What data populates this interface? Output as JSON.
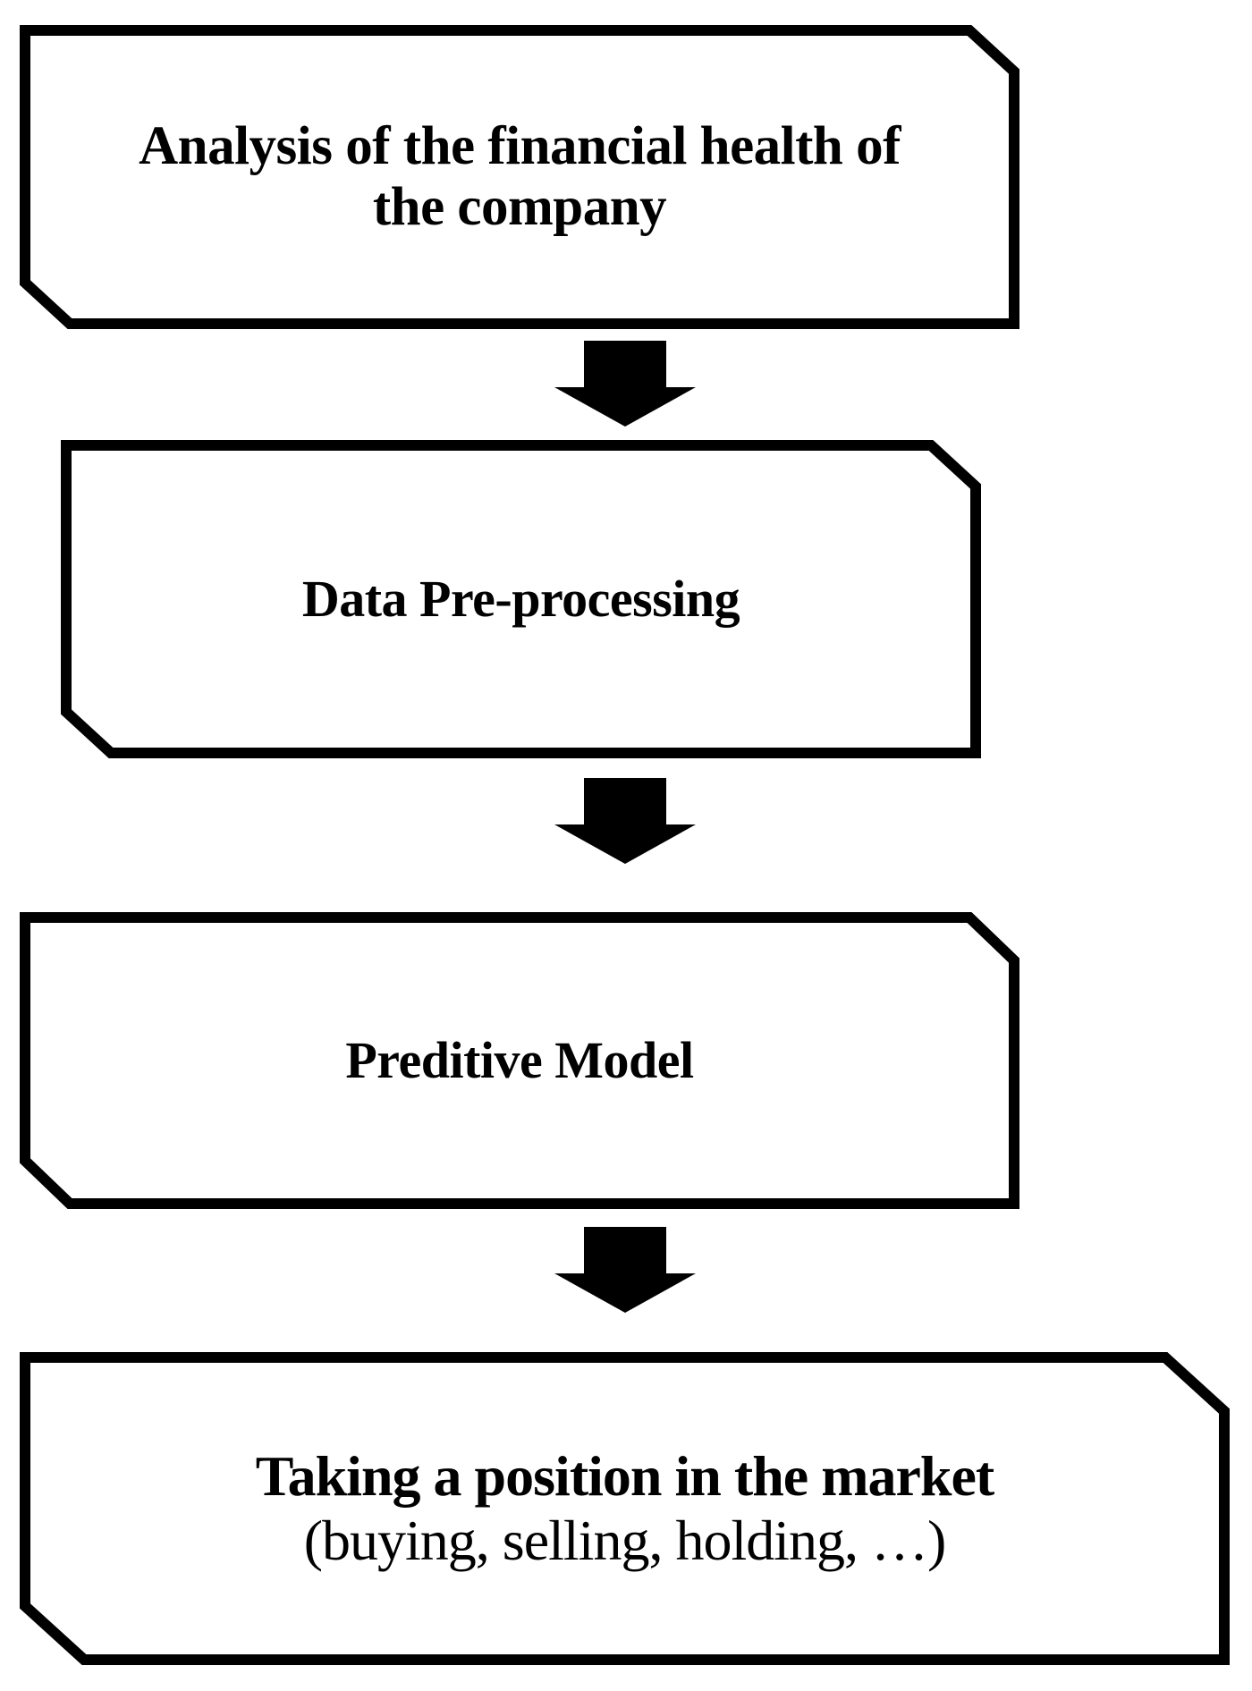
{
  "diagram": {
    "title": "Trading decision pipeline flowchart",
    "background_color": "#ffffff",
    "stroke_color": "#000000",
    "text_color": "#000000",
    "shape": "rectangle-with-cut-corners",
    "flow_direction": "top-to-bottom",
    "nodes": [
      {
        "id": "analysis",
        "order": 1,
        "lines": [
          "Analysis of the financial health of",
          "the company"
        ],
        "weights": [
          "bold",
          "bold"
        ]
      },
      {
        "id": "preprocessing",
        "order": 2,
        "lines": [
          "Data Pre-processing"
        ],
        "weights": [
          "bold"
        ]
      },
      {
        "id": "model",
        "order": 3,
        "lines": [
          "Preditive Model"
        ],
        "weights": [
          "bold"
        ]
      },
      {
        "id": "position",
        "order": 4,
        "lines": [
          "Taking a position in the market",
          "(buying, selling, holding, …)"
        ],
        "weights": [
          "bold",
          "regular"
        ]
      }
    ],
    "connectors": [
      {
        "id": "arrow-1",
        "from": "analysis",
        "to": "preprocessing",
        "icon": "down-arrow-icon"
      },
      {
        "id": "arrow-2",
        "from": "preprocessing",
        "to": "model",
        "icon": "down-arrow-icon"
      },
      {
        "id": "arrow-3",
        "from": "model",
        "to": "position",
        "icon": "down-arrow-icon"
      }
    ]
  }
}
